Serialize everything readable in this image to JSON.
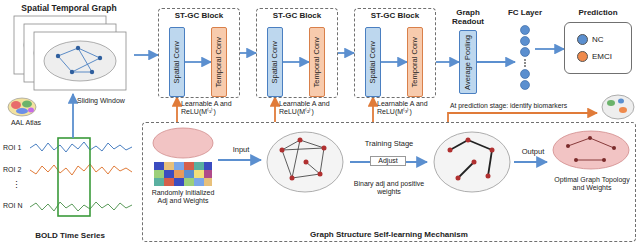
{
  "diagram": {
    "nodes": [
      {
        "text": [
          "Spatial Temporal Graph"
        ]
      },
      {
        "text": [
          "BOLD Time Series"
        ]
      },
      {
        "text": [
          "ST-GC Block"
        ]
      },
      {
        "text": [
          "Spatial Conv"
        ],
        "in": 2
      },
      {
        "text": [
          "Temporal Conv"
        ],
        "in": 2
      },
      {
        "text": [
          "ST-GC Block"
        ]
      },
      {
        "text": [
          "Spatial Conv"
        ],
        "in": 5
      },
      {
        "text": [
          "Temporal Conv"
        ],
        "in": 5
      },
      {
        "text": [
          "ST-GC Block"
        ]
      },
      {
        "text": [
          "Spatial Conv"
        ],
        "in": 8
      },
      {
        "text": [
          "Temporal Conv"
        ],
        "in": 8
      },
      {
        "text": [
          "Graph Readout",
          "Average Pooling"
        ]
      },
      {
        "text": [
          "FC Layer"
        ]
      },
      {
        "text": [
          "Prediction"
        ]
      },
      {
        "text": [
          "Graph Structure Self-learning Mechanism"
        ]
      }
    ],
    "edges": [
      {
        "from": 1,
        "to": 0,
        "arrow": "to",
        "label": "Sliding Window"
      },
      {
        "from": 0,
        "to": 2,
        "arrow": "to"
      },
      {
        "from": 3,
        "to": 4,
        "arrow": "to"
      },
      {
        "from": 2,
        "to": 5,
        "arrow": "to"
      },
      {
        "from": 6,
        "to": 7,
        "arrow": "to"
      },
      {
        "from": 5,
        "to": 8,
        "arrow": "to"
      },
      {
        "from": 9,
        "to": 10,
        "arrow": "to"
      },
      {
        "from": 8,
        "to": 11,
        "arrow": "to"
      },
      {
        "from": 11,
        "to": 12,
        "arrow": "to"
      },
      {
        "from": 12,
        "to": 13,
        "arrow": "to"
      },
      {
        "from": 14,
        "to": 3,
        "arrow": "to",
        "label": "Learnable A and ReLU(M⁽¹⁾)"
      },
      {
        "from": 14,
        "to": 6,
        "arrow": "to",
        "label": "Learnable A and ReLU(M⁽²⁾)"
      },
      {
        "from": 14,
        "to": 9,
        "arrow": "to",
        "label": "Learnable A and ReLU(M⁽³⁾)"
      }
    ],
    "labels": [
      "AAL Atlas",
      "ROI 1",
      "ROI 2",
      "⋮",
      "ROI N",
      "Input",
      "Randomly Initialized Adj and Weights",
      "Training Stage",
      "Adjust",
      "Binary adj and positive weights",
      "Output",
      "Optimal Graph Topology and Weights",
      "At prediction stage: identify biomarkers"
    ],
    "legend": [
      {
        "text": "NC",
        "color": "#5b8fcf"
      },
      {
        "text": "EMCI",
        "color": "#ef8a4c"
      }
    ]
  }
}
